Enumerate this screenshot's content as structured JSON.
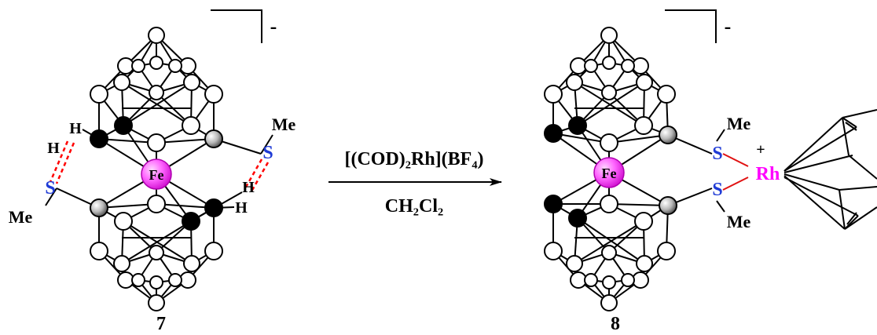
{
  "colors": {
    "bond": "#000000",
    "atom_open": "#ffffff",
    "atom_carbon": "#000000",
    "iron": "#ff44ff",
    "iron_text": "#000000",
    "sulfur": "#1f3bd6",
    "rhodium": "#ff00ff",
    "hbond": "#ff0000",
    "s_rh_bond": "#e01010"
  },
  "reaction": {
    "reagent": "[(COD)₂Rh](BF₄)",
    "solvent": "CH₂Cl₂"
  },
  "compound7": {
    "number": "7",
    "charge": "-",
    "metal": "Fe",
    "h_left_top": "H",
    "h_left_bottom": "H",
    "h_right_upper": "H",
    "h_right_lower": "H",
    "s_left": "S",
    "s_right": "S",
    "me_left": "Me",
    "me_right": "Me"
  },
  "compound8": {
    "number": "8",
    "charge": "-",
    "metal": "Fe",
    "s_top": "S",
    "s_bottom": "S",
    "me_top": "Me",
    "me_bottom": "Me",
    "rh": "Rh",
    "rh_charge": "+"
  }
}
